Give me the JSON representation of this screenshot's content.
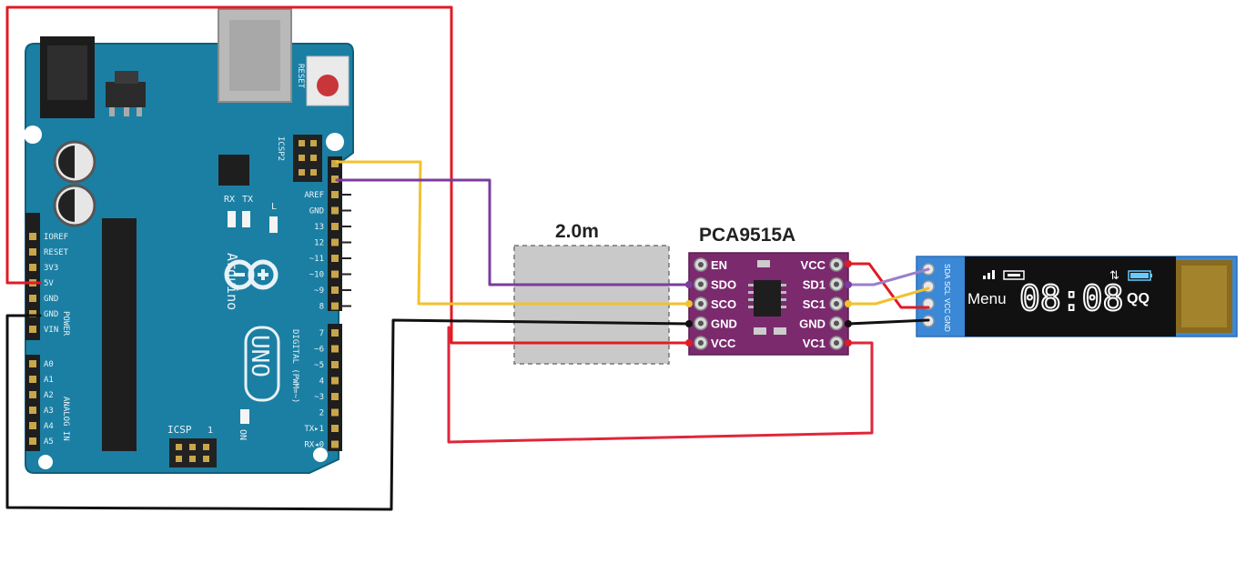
{
  "arduino": {
    "reset_label": "RESET",
    "icsp2_label": "ICSP2",
    "rx_label": "RX",
    "tx_label": "TX",
    "l_label": "L",
    "brand_label": "Arduino",
    "model_label": "UNO",
    "on_label": "ON",
    "icsp_label": "ICSP",
    "icsp_pin_one": "1",
    "power_group_label": "POWER",
    "analog_group_label": "ANALOG IN",
    "digital_group_label": "DIGITAL (PWM=~)",
    "power_pins": [
      "IOREF",
      "RESET",
      "3V3",
      "5V",
      "GND",
      "GND",
      "VIN"
    ],
    "analog_pins": [
      "A0",
      "A1",
      "A2",
      "A3",
      "A4",
      "A5"
    ],
    "digital_top_pins": [
      "AREF",
      "GND",
      "13",
      "12",
      "~11",
      "~10",
      "~9",
      "8"
    ],
    "digital_bottom_pins": [
      "7",
      "~6",
      "~5",
      "4",
      "~3",
      "2",
      "TX▸1",
      "RX◂0"
    ]
  },
  "cable": {
    "length_label": "2.0m"
  },
  "pca": {
    "title": "PCA9515A",
    "left_pins": [
      "EN",
      "SDO",
      "SCO",
      "GND",
      "VCC"
    ],
    "right_pins": [
      "VCC",
      "SD1",
      "SC1",
      "GND",
      "VC1"
    ]
  },
  "oled": {
    "pins": [
      "SDA",
      "SCL",
      "VCC",
      "GND"
    ],
    "menu_text": "Menu",
    "time_text": "08:08",
    "qq_text": "QQ"
  },
  "colors": {
    "board": "#1b7fa3",
    "pca_board": "#7b2a6e",
    "wire_red": "#e01b24",
    "wire_yellow": "#f2c12e",
    "wire_purple": "#7a3c9c",
    "wire_black": "#111111",
    "oled_pcb": "#3a88d6"
  }
}
